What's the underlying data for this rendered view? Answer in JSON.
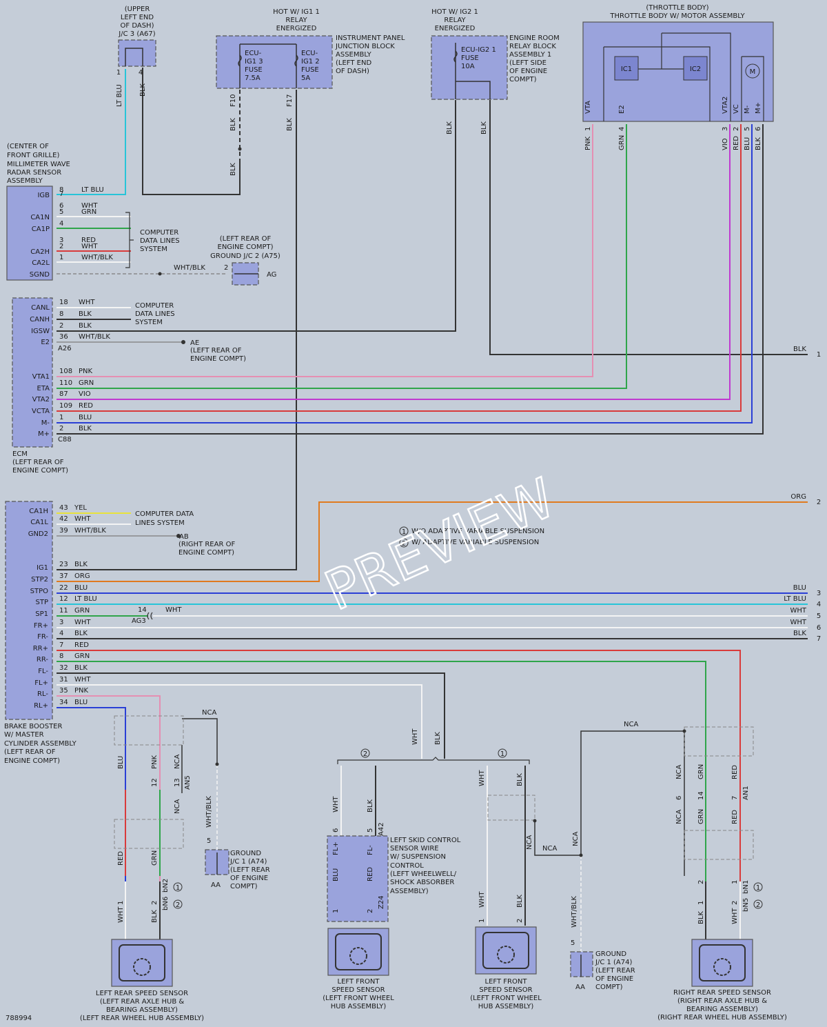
{
  "colors": {
    "background": "#c5cdd8",
    "component_fill": "#9aa3dc",
    "wire": {
      "LT BLU": "#27c4d8",
      "BLK": "#333333",
      "WHT": "#f4f4f4",
      "GRN": "#2fa54a",
      "RED": "#d93a3a",
      "WHT/BLK": "#8a8a8a",
      "PNK": "#e58fb2",
      "VIO": "#c03ad0",
      "BLU": "#2a3fd6",
      "YEL": "#e8e23a",
      "ORG": "#e07a1f"
    }
  },
  "watermark": "PREVIEW",
  "figure_number": "788994",
  "legend": [
    {
      "mark": "1",
      "text": "W/O ADAPTIVE VARIABLE SUSPENSION"
    },
    {
      "mark": "2",
      "text": "W/ ADAPTIVE VARIABLE SUSPENSION"
    }
  ],
  "components": {
    "jc3": {
      "lines": [
        "(UPPER",
        "LEFT END",
        "OF DASH)",
        "J/C 3 (A67)"
      ],
      "pins": [
        "1",
        "4"
      ]
    },
    "ig1_relay": {
      "lines": [
        "HOT W/ IG1 1",
        "RELAY",
        "ENERGIZED"
      ]
    },
    "ipjb": {
      "lines": [
        "INSTRUMENT PANEL",
        "JUNCTION BLOCK",
        "ASSEMBLY",
        "(LEFT END",
        "OF DASH)"
      ],
      "fuses": [
        {
          "lines": [
            "ECU-",
            "IG1 3",
            "FUSE",
            "7.5A"
          ],
          "pin": "F10"
        },
        {
          "lines": [
            "ECU-",
            "IG1 2",
            "FUSE",
            "5A"
          ],
          "pin": "F17"
        }
      ]
    },
    "ig2_relay": {
      "lines": [
        "HOT W/ IG2 1",
        "RELAY",
        "ENERGIZED"
      ]
    },
    "errb": {
      "lines": [
        "ENGINE ROOM",
        "RELAY BLOCK",
        "ASSEMBLY 1",
        "(LEFT SIDE",
        "OF ENGINE",
        "COMPT)"
      ],
      "fuse": [
        "ECU-IG2 1",
        "FUSE",
        "10A"
      ]
    },
    "throttle": {
      "lines": [
        "(THROTTLE BODY)",
        "THROTTLE BODY W/ MOTOR ASSEMBLY"
      ],
      "ic1": "IC1",
      "ic2": "IC2",
      "motor": "M",
      "pins": [
        {
          "name": "VTA",
          "num": "1",
          "color": "PNK"
        },
        {
          "name": "E2",
          "num": "4",
          "color": "GRN"
        },
        {
          "name": "VTA2",
          "num": "3",
          "color": "VIO"
        },
        {
          "name": "VC",
          "num": "2",
          "color": "RED"
        },
        {
          "name": "M-",
          "num": "5",
          "color": "BLU"
        },
        {
          "name": "M+",
          "num": "6",
          "color": "BLK"
        }
      ]
    },
    "radar": {
      "lines": [
        "(CENTER OF",
        "FRONT GRILLE)",
        "MILLIMETER WAVE",
        "RADAR SENSOR",
        "ASSEMBLY"
      ],
      "pins": [
        {
          "name": "IGB",
          "num": "8",
          "color": "LT BLU"
        },
        {
          "name": "",
          "num": "7",
          "color": ""
        },
        {
          "name": "",
          "num": "6",
          "color": "WHT"
        },
        {
          "name": "CA1N",
          "num": "5",
          "color": "GRN"
        },
        {
          "name": "CA1P",
          "num": "4",
          "color": ""
        },
        {
          "name": "",
          "num": "3",
          "color": "RED"
        },
        {
          "name": "CA2H",
          "num": "2",
          "color": "WHT"
        },
        {
          "name": "CA2L",
          "num": "1",
          "color": "WHT/BLK"
        },
        {
          "name": "SGND",
          "num": "",
          "color": ""
        }
      ]
    },
    "cdls": {
      "lines": [
        "COMPUTER",
        "DATA LINES",
        "SYSTEM"
      ]
    },
    "ground_a75": {
      "lines": [
        "(LEFT REAR OF",
        "ENGINE COMPT)",
        "GROUND J/C 2 (A75)"
      ],
      "pin": "2",
      "tag": "AG",
      "wire": "WHT/BLK"
    },
    "ecm": {
      "lines": [
        "ECM",
        "(LEFT REAR OF",
        "ENGINE COMPT)"
      ],
      "conn1": "A26",
      "conn2": "C88",
      "pins": [
        {
          "name": "CANL",
          "num": "18",
          "color": "WHT"
        },
        {
          "name": "CANH",
          "num": "8",
          "color": "BLK"
        },
        {
          "name": "IGSW",
          "num": "2",
          "color": "BLK"
        },
        {
          "name": "E2",
          "num": "36",
          "color": "WHT/BLK"
        },
        {
          "name": "VTA1",
          "num": "108",
          "color": "PNK"
        },
        {
          "name": "ETA",
          "num": "110",
          "color": "GRN"
        },
        {
          "name": "VTA2",
          "num": "87",
          "color": "VIO"
        },
        {
          "name": "VCTA",
          "num": "109",
          "color": "RED"
        },
        {
          "name": "M-",
          "num": "1",
          "color": "BLU"
        },
        {
          "name": "M+",
          "num": "2",
          "color": "BLK"
        }
      ],
      "ground": {
        "tag": "AE",
        "lines": [
          "(LEFT REAR OF",
          "ENGINE COMPT)"
        ]
      }
    },
    "booster": {
      "lines": [
        "BRAKE BOOSTER",
        "W/ MASTER",
        "CYLINDER ASSEMBLY",
        "(LEFT REAR OF",
        "ENGINE COMPT)"
      ],
      "pins": [
        {
          "name": "CA1H",
          "num": "43",
          "color": "YEL"
        },
        {
          "name": "CA1L",
          "num": "42",
          "color": "WHT"
        },
        {
          "name": "GND2",
          "num": "39",
          "color": "WHT/BLK"
        },
        {
          "name": "IG1",
          "num": "23",
          "color": "BLK"
        },
        {
          "name": "STP2",
          "num": "37",
          "color": "ORG"
        },
        {
          "name": "STPO",
          "num": "22",
          "color": "BLU"
        },
        {
          "name": "STP",
          "num": "12",
          "color": "LT BLU"
        },
        {
          "name": "SP1",
          "num": "11",
          "color": "GRN"
        },
        {
          "name": "FR+",
          "num": "3",
          "color": "WHT"
        },
        {
          "name": "FR-",
          "num": "4",
          "color": "BLK"
        },
        {
          "name": "RR+",
          "num": "7",
          "color": "RED"
        },
        {
          "name": "RR-",
          "num": "8",
          "color": "GRN"
        },
        {
          "name": "FL-",
          "num": "32",
          "color": "BLK"
        },
        {
          "name": "FL+",
          "num": "31",
          "color": "WHT"
        },
        {
          "name": "RL-",
          "num": "35",
          "color": "PNK"
        },
        {
          "name": "RL+",
          "num": "34",
          "color": "BLU"
        }
      ],
      "ground": {
        "tag": "AB",
        "lines": [
          "(RIGHT REAR OF",
          "ENGINE COMPT)"
        ]
      },
      "splice": {
        "pin": "14",
        "tag": "AG3",
        "wire": "WHT"
      }
    },
    "cdls2": {
      "lines": [
        "COMPUTER DATA",
        "LINES SYSTEM"
      ]
    },
    "right_edge": [
      {
        "color": "BLK",
        "num": "1"
      },
      {
        "color": "ORG",
        "num": "2"
      },
      {
        "color": "BLU",
        "num": "3"
      },
      {
        "color": "LT BLU",
        "num": "4"
      },
      {
        "color": "WHT",
        "num": "5"
      },
      {
        "color": "WHT",
        "num": "6"
      },
      {
        "color": "BLK",
        "num": "7"
      }
    ],
    "nca": "NCA",
    "lr_sensor": {
      "lines": [
        "LEFT REAR SPEED SENSOR",
        "(LEFT REAR AXLE HUB &",
        "BEARING ASSEMBLY)",
        "(LEFT REAR WHEEL HUB ASSEMBLY)"
      ],
      "labels": {
        "blu": "BLU",
        "pnk": "PNK",
        "nca": "NCA",
        "p12": "12",
        "p13": "13",
        "an5": "AN5",
        "red": "RED",
        "grn": "GRN",
        "bn2": "bN2",
        "bn6": "bN6",
        "wht": "WHT",
        "blk": "BLK",
        "p1": "1",
        "p2": "2"
      }
    },
    "ground_a74": {
      "lines": [
        "GROUND",
        "J/C 1 (A74)",
        "(LEFT REAR",
        "OF ENGINE",
        "COMPT)"
      ],
      "pin": "5",
      "tag": "AA",
      "wire": "WHT/BLK"
    },
    "skid_wire": {
      "lines": [
        "LEFT SKID CONTROL",
        "SENSOR WIRE",
        "W/ SUSPENSION",
        "CONTROL",
        "(LEFT WHEELWELL/",
        "SHOCK ABSORBER",
        "ASSEMBLY)"
      ],
      "conn": "A42",
      "fl_plus": "FL+",
      "fl_minus": "FL-",
      "p6": "6",
      "p5": "5",
      "blu": "BLU",
      "red": "RED",
      "p1": "1",
      "p2": "2",
      "z24": "Z24"
    },
    "lf_sensor": {
      "lines": [
        "LEFT FRONT",
        "SPEED SENSOR",
        "(LEFT FRONT WHEEL",
        "HUB ASSEMBLY)"
      ]
    },
    "rr_sensor": {
      "lines": [
        "RIGHT REAR SPEED SENSOR",
        "(RIGHT REAR AXLE HUB &",
        "BEARING ASSEMBLY)",
        "(RIGHT REAR WHEEL HUB ASSEMBLY)"
      ],
      "labels": {
        "p6": "6",
        "p14": "14",
        "p7": "7",
        "an1": "AN1",
        "bn1": "bN1",
        "bn5": "bN5"
      }
    },
    "ground_a74b": {
      "lines": [
        "GROUND",
        "J/C 1 (A74)",
        "(LEFT REAR",
        "OF ENGINE",
        "COMPT)"
      ],
      "pin": "5",
      "tag": "AA",
      "wire": "WHT/BLK"
    }
  }
}
